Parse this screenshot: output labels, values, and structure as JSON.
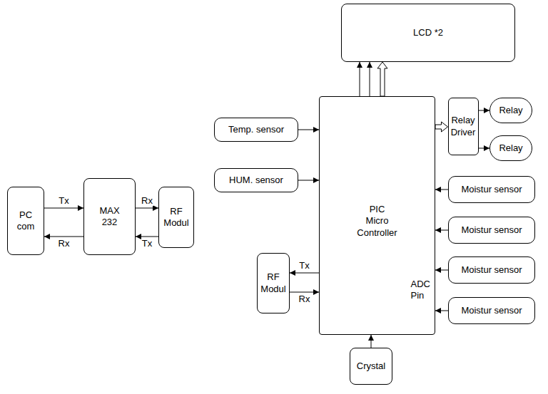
{
  "diagram": {
    "nodes": [
      {
        "text": [
          "PC com"
        ]
      },
      {
        "text": [
          "MAX 232"
        ]
      },
      {
        "text": [
          "RF Modul"
        ]
      },
      {
        "text": [
          "LCD *2"
        ]
      },
      {
        "text": [
          "Temp. sensor"
        ]
      },
      {
        "text": [
          "HUM. sensor"
        ]
      },
      {
        "text": [
          "PIC Micro Controller",
          "ADC Pin"
        ]
      },
      {
        "text": [
          "Relay Driver"
        ]
      },
      {
        "text": [
          "Relay"
        ]
      },
      {
        "text": [
          "Relay"
        ]
      },
      {
        "text": [
          "Moistur sensor"
        ]
      },
      {
        "text": [
          "Moistur sensor"
        ]
      },
      {
        "text": [
          "Moistur sensor"
        ]
      },
      {
        "text": [
          "Moistur sensor"
        ]
      },
      {
        "text": [
          "RF Modul"
        ]
      },
      {
        "text": [
          "Crystal"
        ]
      }
    ],
    "edges": [
      {
        "from": 0,
        "to": 1,
        "arrow": "to",
        "label": "Tx"
      },
      {
        "from": 1,
        "to": 0,
        "arrow": "to",
        "label": "Rx"
      },
      {
        "from": 1,
        "to": 2,
        "arrow": "to",
        "label": "Rx"
      },
      {
        "from": 2,
        "to": 1,
        "arrow": "to",
        "label": "Tx"
      },
      {
        "from": 6,
        "to": 3,
        "arrow": "to"
      },
      {
        "from": 6,
        "to": 3,
        "arrow": "to"
      },
      {
        "from": 6,
        "to": 3,
        "arrow": "to"
      },
      {
        "from": 4,
        "to": 6,
        "arrow": "to"
      },
      {
        "from": 5,
        "to": 6,
        "arrow": "to"
      },
      {
        "from": 6,
        "to": 7,
        "arrow": "to"
      },
      {
        "from": 7,
        "to": 8,
        "arrow": "to"
      },
      {
        "from": 7,
        "to": 9,
        "arrow": "to"
      },
      {
        "from": 10,
        "to": 6,
        "arrow": "to"
      },
      {
        "from": 11,
        "to": 6,
        "arrow": "to"
      },
      {
        "from": 12,
        "to": 6,
        "arrow": "to"
      },
      {
        "from": 13,
        "to": 6,
        "arrow": "to"
      },
      {
        "from": 6,
        "to": 14,
        "arrow": "to",
        "label": "Tx"
      },
      {
        "from": 14,
        "to": 6,
        "arrow": "to",
        "label": "Rx"
      },
      {
        "from": 15,
        "to": 6,
        "arrow": "to"
      }
    ]
  }
}
